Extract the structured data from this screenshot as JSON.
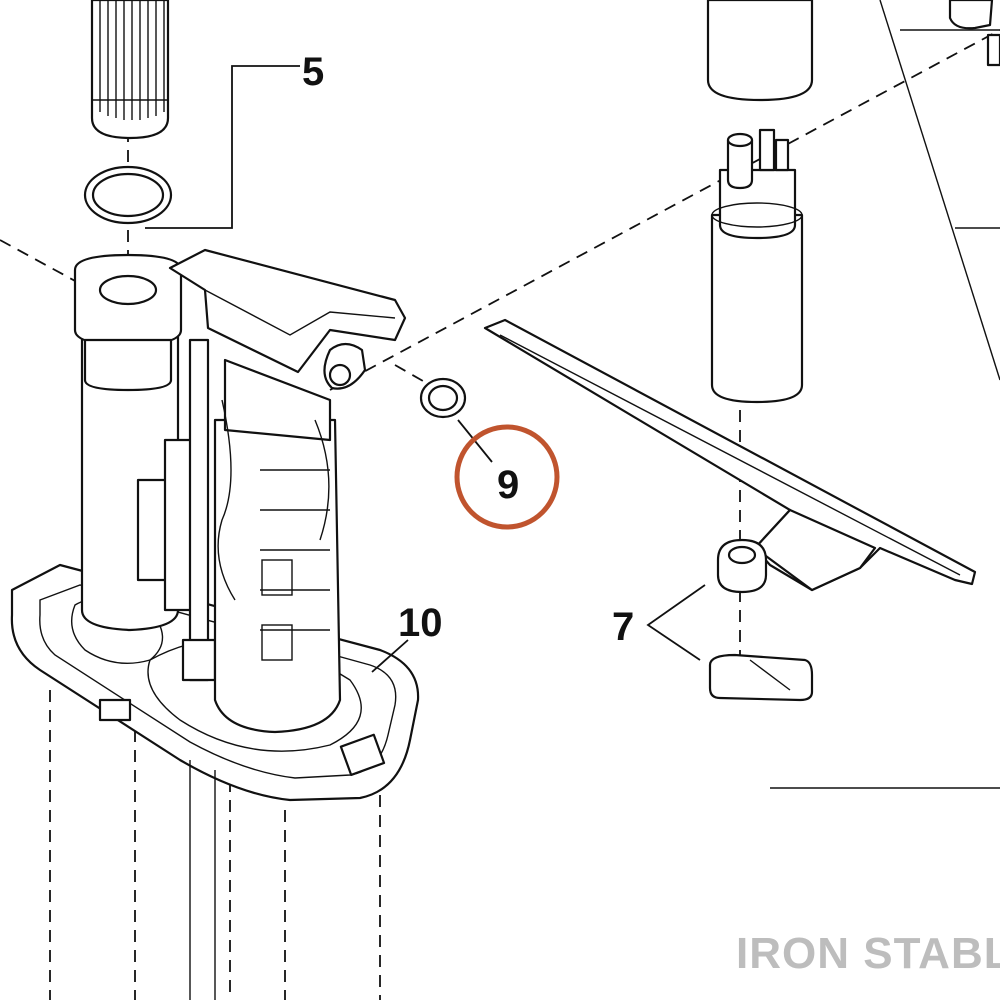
{
  "callouts": {
    "c5": "5",
    "c7": "7",
    "c9": "9",
    "c10": "10"
  },
  "highlight": {
    "callout": "9",
    "color": "#c0542e"
  },
  "watermark": {
    "text": "IRON STABLE",
    "color": "#bdbdbd"
  },
  "icons": [
    "fuel-pump-assembly",
    "fuel-filter-sock",
    "o-ring",
    "washer",
    "fuel-pump-motor",
    "float-arm",
    "float"
  ]
}
